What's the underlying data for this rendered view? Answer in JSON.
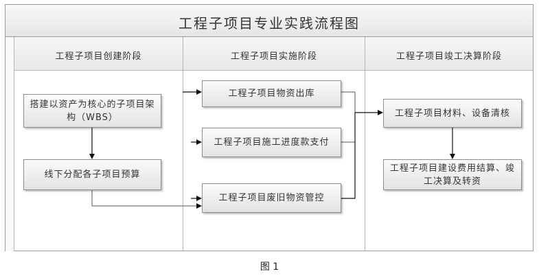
{
  "title": "工程子项目专业实践流程图",
  "columns": [
    {
      "label": "工程子项目创建阶段"
    },
    {
      "label": "工程子项目实施阶段"
    },
    {
      "label": "工程子项目竣工决算阶段"
    }
  ],
  "boxes": {
    "wbs": "搭建以资产为核心的子项目架构（WBS）",
    "budget": "线下分配各子项目预算",
    "materials_out": "工程子项目物资出库",
    "progress_payment": "工程子项目施工进度款支付",
    "scrap_control": "工程子项目废旧物资管控",
    "inventory_check": "工程子项目材料、设备清核",
    "settlement": "工程子项目建设费用结算、竣工决算及转资"
  },
  "caption": "图 1"
}
